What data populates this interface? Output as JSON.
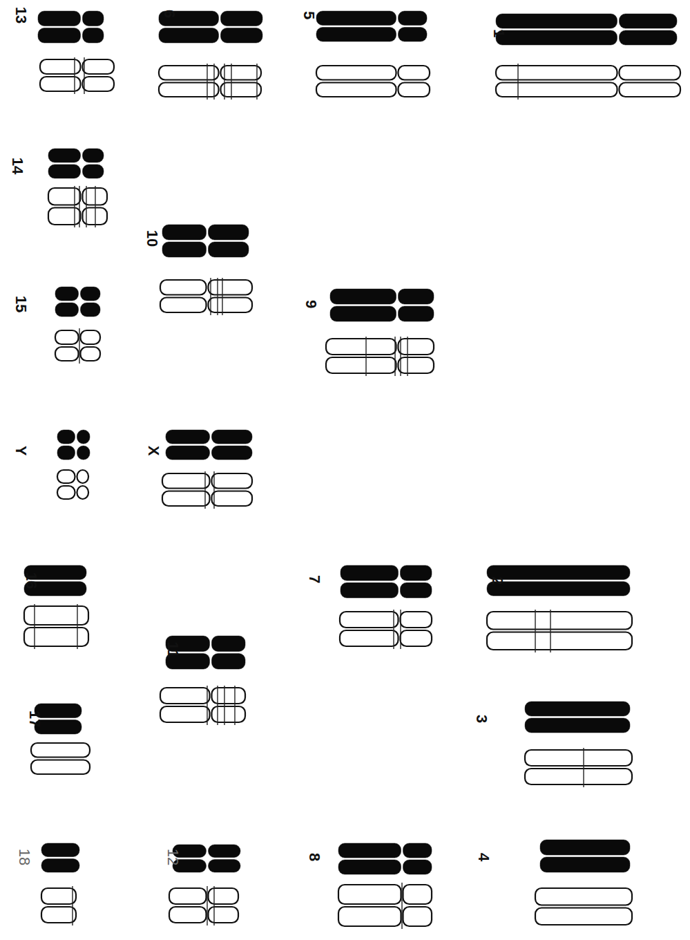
{
  "diagram": {
    "labels": [
      "13",
      "6",
      "5",
      "1",
      "14",
      "10",
      "15",
      "9",
      "Y",
      "X",
      "16",
      "7",
      "2",
      "11",
      "17",
      "3",
      "18",
      "12",
      "8",
      "4"
    ]
  }
}
